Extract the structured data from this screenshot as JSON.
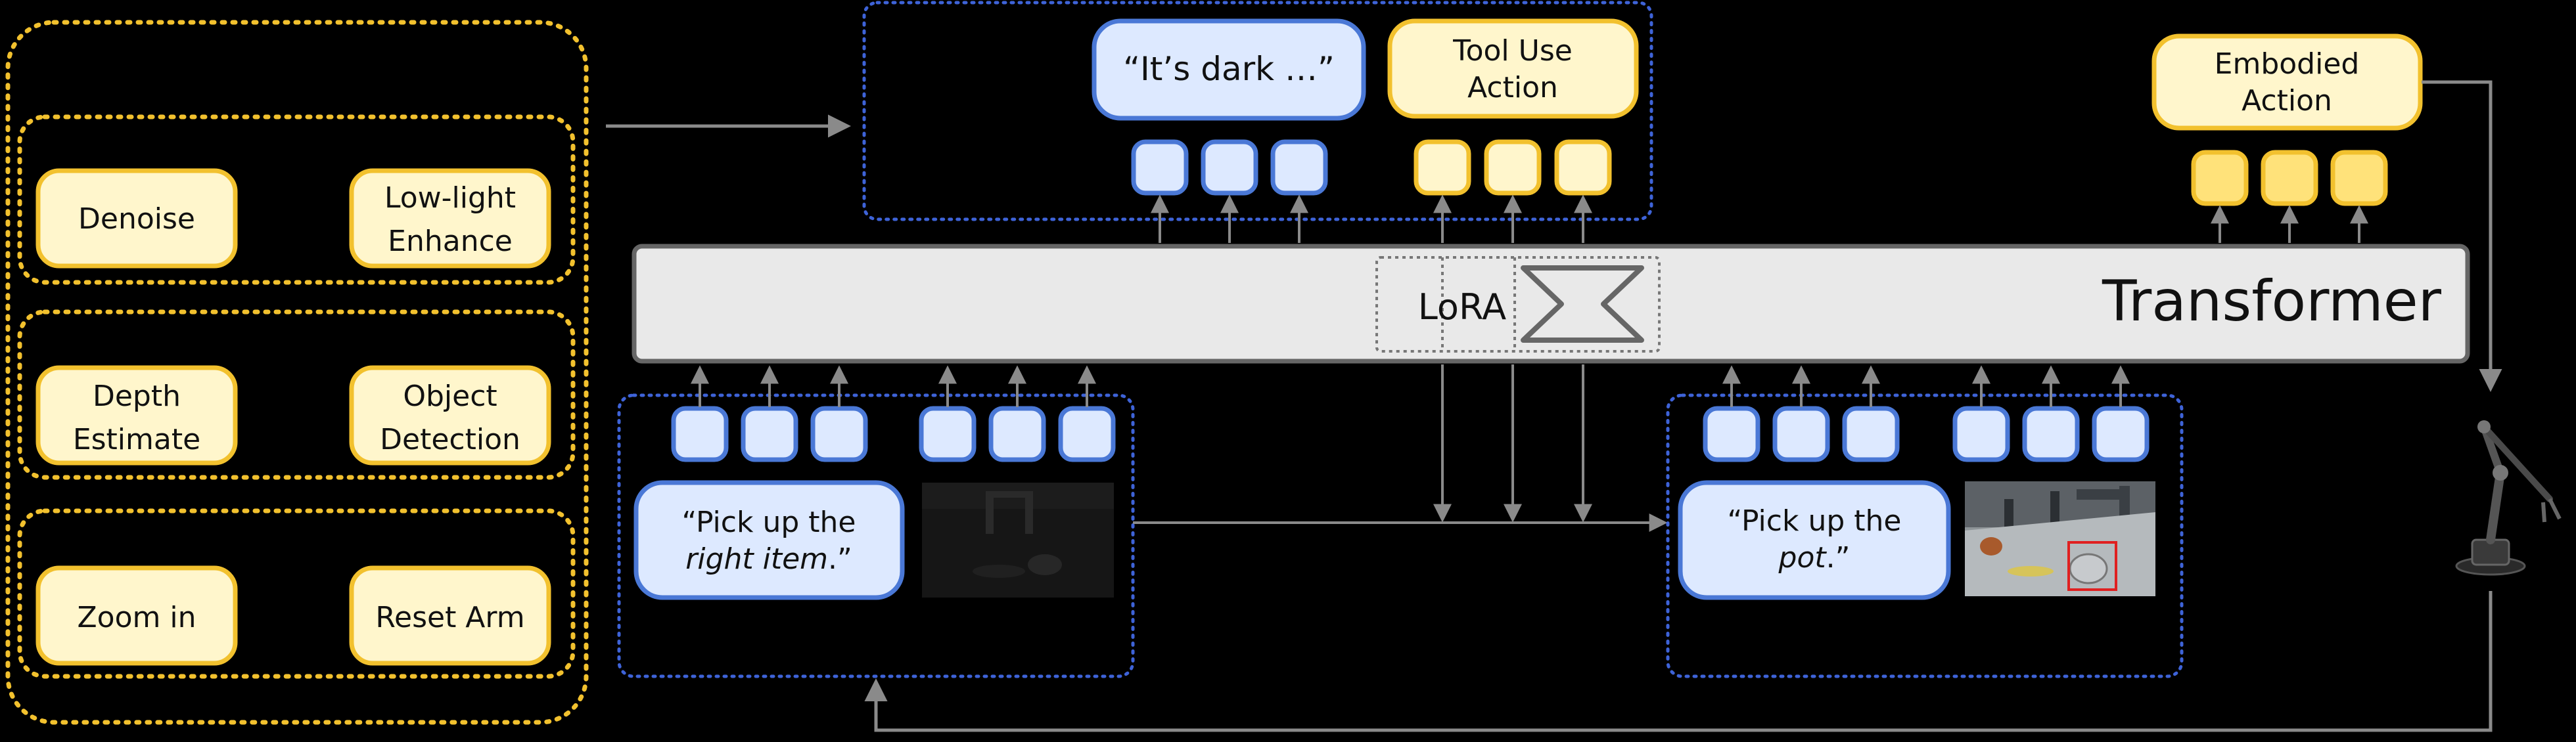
{
  "tools": {
    "groups": [
      [
        "Denoise",
        "Low-light Enhance"
      ],
      [
        "Depth Estimate",
        "Object Detection"
      ],
      [
        "Zoom in",
        "Reset Arm"
      ]
    ],
    "labels": {
      "denoise": "Denoise",
      "lowlight_1": "Low-light",
      "lowlight_2": "Enhance",
      "depth_1": "Depth",
      "depth_2": "Estimate",
      "object_1": "Object",
      "object_2": "Detection",
      "zoom": "Zoom in",
      "reset": "Reset Arm"
    }
  },
  "output": {
    "speech": "“It’s dark …”",
    "tool_action_1": "Tool Use",
    "tool_action_2": "Action",
    "embodied_1": "Embodied",
    "embodied_2": "Action"
  },
  "model": {
    "transformer": "Transformer",
    "lora": "LoRA"
  },
  "inputs": {
    "first_prompt_1": "“Pick up the",
    "first_prompt_2_italic": "right item",
    "first_prompt_2_end": ".”",
    "second_prompt_1": "“Pick up the",
    "second_prompt_2_italic": "pot",
    "second_prompt_2_end": ".”"
  },
  "colors": {
    "yellow_fill": "#fff6cc",
    "yellow_stroke": "#f2c12e",
    "yellow_token": "#ffe27a",
    "blue_fill": "#dde9ff",
    "blue_stroke": "#4a78d6",
    "blue_dotted": "#3e63d8",
    "gray_arrow": "#8a8a8a",
    "transformer_fill": "#e9e9e9"
  },
  "icons": [
    "robot-arm-icon",
    "lora-hourglass-icon",
    "dark-scene-image",
    "detected-pot-image"
  ]
}
